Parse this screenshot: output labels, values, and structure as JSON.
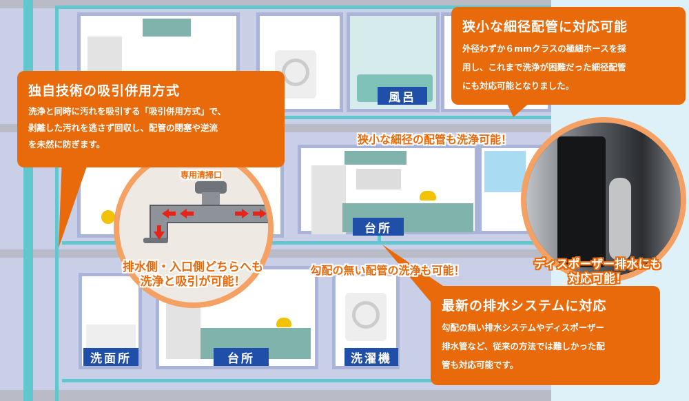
{
  "rooms": {
    "bath": "風呂",
    "kitchen_mid": "台所",
    "washroom": "洗面所",
    "kitchen_low": "台所",
    "laundry": "洗濯機"
  },
  "callouts": [
    {
      "title": "独自技術の吸引併用方式",
      "lines": [
        "洗浄と同時に汚れを吸引する「吸引併用方式」で、",
        "剥離した汚れを逃さず回収し、配管の閉塞や逆流",
        "を未然に防ぎます。"
      ]
    },
    {
      "title": "狭小な細径配管に対応可能",
      "lines": [
        "外径わずか６mmクラスの極細ホースを採",
        "用し、これまで洗浄が困難だった細径配管",
        "にも対応可能となりました。"
      ]
    },
    {
      "title": "最新の排水システムに対応",
      "lines": [
        "勾配の無い排水システムやディスポーザー",
        "排水管など、従来の方法では難しかった配",
        "管も対応可能です。"
      ]
    }
  ],
  "circle_left": {
    "cleanout_label": "専用清掃口",
    "caption": [
      "排水側・入口側どちらへも",
      "洗浄と吸引が可能！"
    ]
  },
  "circle_right": {
    "caption": [
      "ディスポーザー排水にも",
      "対応可能！"
    ]
  },
  "highlights": {
    "narrow": "狭小な細径の配管も洗浄可能！",
    "no_slope": "勾配の無い配管の洗浄も可能！"
  },
  "colors": {
    "orange": "#e96a0a",
    "label_blue": "#1f4fa8",
    "pipe": "#62c6cf"
  }
}
